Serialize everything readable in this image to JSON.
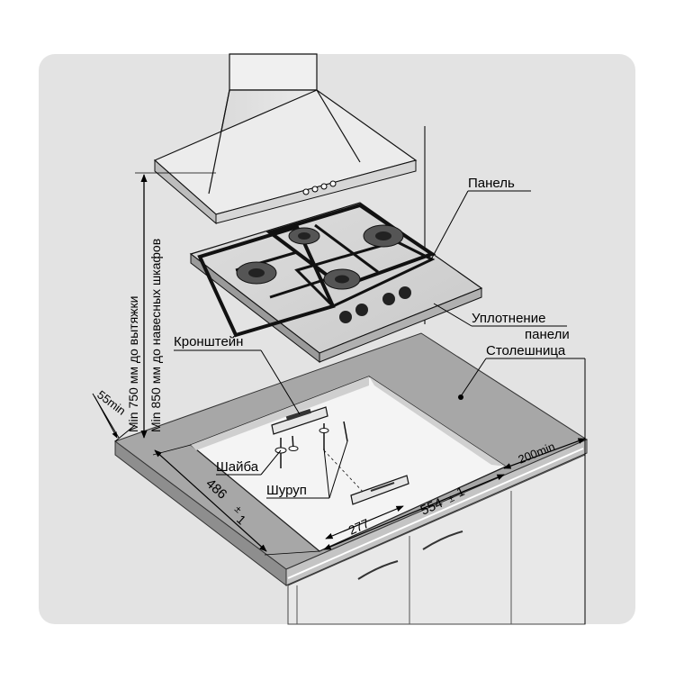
{
  "labels": {
    "panel": "Панель",
    "seal_line1": "Уплотнение",
    "seal_line2": "панели",
    "countertop": "Столешница",
    "bracket": "Кронштейн",
    "washer": "Шайба",
    "screw": "Шуруп",
    "min_hood": "Min 750 мм до вытяжки",
    "min_cabinets": "Min 850 мм до навесных шкафов"
  },
  "dimensions": {
    "depth_min": "55min",
    "side_min": "200min",
    "cutout_depth": "486",
    "cutout_depth_tol": "+-",
    "cutout_depth_tol_val": "1",
    "cutout_width": "554",
    "cutout_width_tol": "+-",
    "cutout_width_tol_val": "1",
    "bracket_offset": "277"
  },
  "colors": {
    "panel_bg": "#e3e3e3",
    "countertop": "#a7a7a7",
    "countertop_edge": "#8e8e8e",
    "line": "#000000"
  }
}
